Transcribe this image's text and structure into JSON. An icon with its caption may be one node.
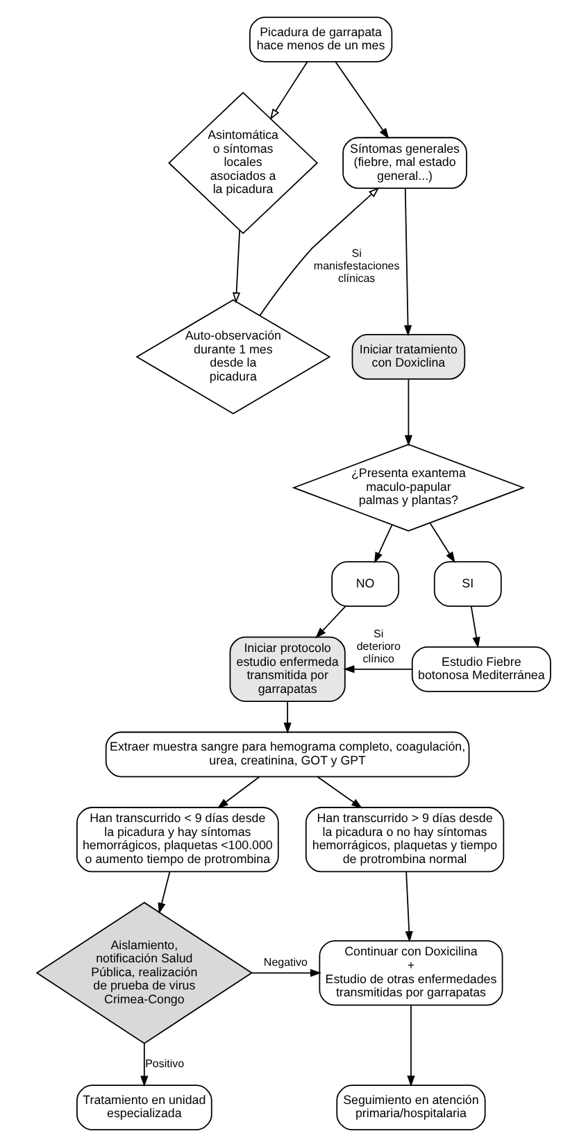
{
  "diagram": {
    "nodes": [
      {
        "text": [
          "Picadura de garrapata hace menos de un mes"
        ]
      },
      {
        "text": [
          "Síntomas generales (fiebre, mal estado general...)"
        ]
      },
      {
        "text": [
          "Asintomática o síntomas locales asociados a la picadura"
        ]
      },
      {
        "text": [
          "Iniciar tratamiento con Doxiclina"
        ]
      },
      {
        "text": [
          "Auto-observación durante 1 mes desde la picadura"
        ]
      },
      {
        "text": [
          "¿Presenta exantema maculo-papular palmas y plantas?"
        ]
      },
      {
        "text": [
          "NO"
        ]
      },
      {
        "text": [
          "SI"
        ]
      },
      {
        "text": [
          "Iniciar protocolo estudio enfermeda transmitida por garrapatas"
        ]
      },
      {
        "text": [
          "Estudio Fiebre botonosa Mediterránea"
        ]
      },
      {
        "text": [
          "Extraer muestra sangre para hemograma completo, coagulación, urea, creatinina, GOT y GPT"
        ]
      },
      {
        "text": [
          "Han transcurrido < 9 días desde la picadura y hay síntomas hemorrágicos, plaquetas <100.000 o aumento tiempo de protrombina"
        ]
      },
      {
        "text": [
          "Han transcurrido > 9 días desde la picadura o no hay síntomas hemorrágicos, plaquetas y tiempo de protrombina normal"
        ]
      },
      {
        "text": [
          "Aislamiento, notificación Salud Pública, realización de prueba de virus Crimea-Congo"
        ]
      },
      {
        "text": [
          "Continuar con Doxicilina",
          "+",
          "Estudio de otras enfermedades transmitidas por garrapatas"
        ]
      },
      {
        "text": [
          "Tratamiento en unidad especializada"
        ]
      },
      {
        "text": [
          "Seguimiento en atención primaria/hospitalaria"
        ]
      }
    ],
    "edges": [
      {
        "from": 0,
        "to": 2,
        "arrow": "to"
      },
      {
        "from": 0,
        "to": 1,
        "arrow": "to"
      },
      {
        "from": 2,
        "to": 4,
        "arrow": "to"
      },
      {
        "from": 4,
        "to": 1,
        "arrow": "to",
        "label": "Si manisfestaciones clínicas"
      },
      {
        "from": 1,
        "to": 3,
        "arrow": "to"
      },
      {
        "from": 3,
        "to": 5,
        "arrow": "to"
      },
      {
        "from": 5,
        "to": 6,
        "arrow": "to"
      },
      {
        "from": 5,
        "to": 7,
        "arrow": "to"
      },
      {
        "from": 6,
        "to": 8,
        "arrow": "to"
      },
      {
        "from": 7,
        "to": 9,
        "arrow": "to"
      },
      {
        "from": 9,
        "to": 8,
        "arrow": "to",
        "label": "Si deterioro clínico"
      },
      {
        "from": 8,
        "to": 10,
        "arrow": "to"
      },
      {
        "from": 10,
        "to": 11,
        "arrow": "to"
      },
      {
        "from": 10,
        "to": 12,
        "arrow": "to"
      },
      {
        "from": 11,
        "to": 13,
        "arrow": "to"
      },
      {
        "from": 13,
        "to": 14,
        "arrow": "to",
        "label": "Negativo"
      },
      {
        "from": 13,
        "to": 15,
        "arrow": "to",
        "label": "Positivo"
      },
      {
        "from": 12,
        "to": 14,
        "arrow": "to"
      },
      {
        "from": 14,
        "to": 16,
        "arrow": "to"
      }
    ]
  }
}
